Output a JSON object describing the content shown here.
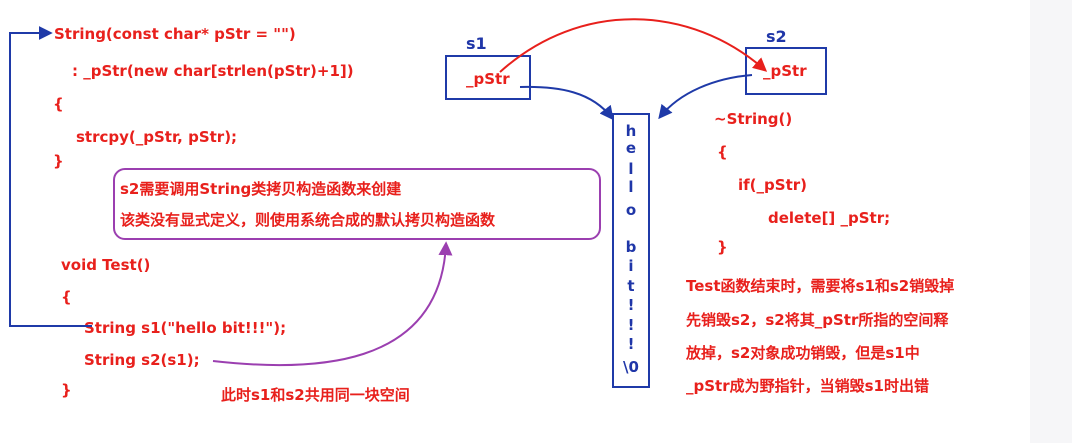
{
  "code_left": {
    "line1": "String(const char* pStr = \"\")",
    "line2": ": _pStr(new char[strlen(pStr)+1])",
    "line3": "{",
    "line4": "strcpy(_pStr, pStr);",
    "line5": "}",
    "line6": "void Test()",
    "line7": "{",
    "line8": "String s1(\"hello bit!!!\");",
    "line9": "String s2(s1);",
    "line10": "}"
  },
  "callout": {
    "line1": "s2需要调用String类拷贝构造函数来创建",
    "line2": "该类没有显式定义，则使用系统合成的默认拷贝构造函数"
  },
  "note_shared": "此时s1和s2共用同一块空间",
  "s1": {
    "label": "s1",
    "field": "_pStr"
  },
  "s2": {
    "label": "s2",
    "field": "_pStr"
  },
  "memory_chars": [
    "h",
    "e",
    "l",
    "l",
    "o",
    "",
    "b",
    "i",
    "t",
    "!",
    "!",
    "!",
    "\\0"
  ],
  "destructor": {
    "line1": "~String()",
    "line2": "{",
    "line3": "if(_pStr)",
    "line4": "delete[] _pStr;",
    "line5": "}"
  },
  "explanation": {
    "line1": "Test函数结束时，需要将s1和s2销毁掉",
    "line2": "先销毁s2，s2将其_pStr所指的空间释",
    "line3": "放掉，s2对象成功销毁，但是s1中",
    "line4": "_pStr成为野指针，当销毁s1时出错"
  },
  "colors": {
    "code_text": "#e8201c",
    "pointer_box": "#1f3aa8",
    "arrow_blue": "#1f3aa8",
    "arrow_red": "#e8201c",
    "callout_border": "#9b3fb0"
  }
}
